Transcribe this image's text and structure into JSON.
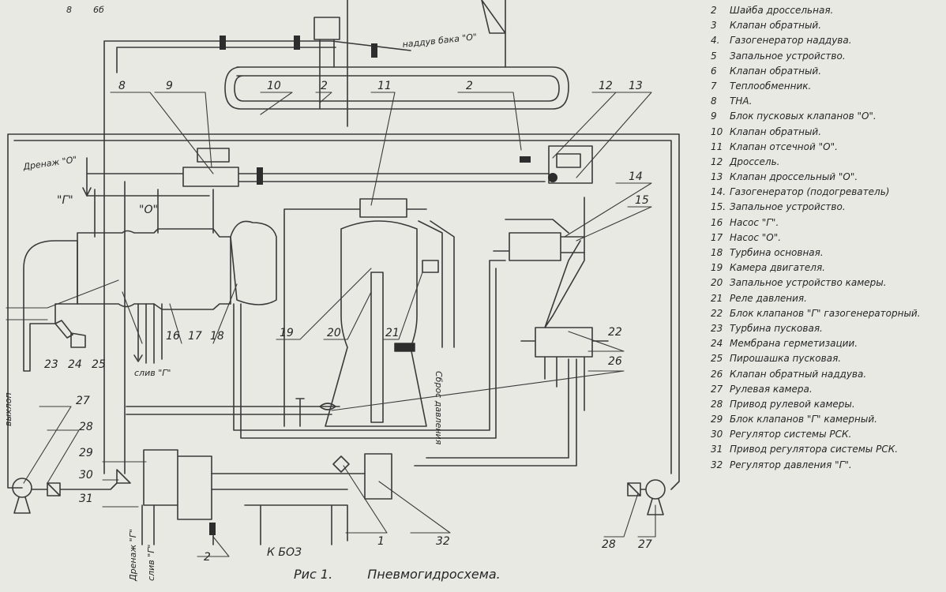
{
  "legend": [
    {
      "num": "2",
      "text": "Шайба дроссельная."
    },
    {
      "num": "3",
      "text": "Клапан обратный."
    },
    {
      "num": "4.",
      "text": "Газогенератор наддува."
    },
    {
      "num": "5",
      "text": "Запальное устройство."
    },
    {
      "num": "6",
      "text": "Клапан обратный."
    },
    {
      "num": "7",
      "text": "Теплообменник."
    },
    {
      "num": "8",
      "text": "ТНА."
    },
    {
      "num": "9",
      "text": "Блок пусковых клапанов \"О\"."
    },
    {
      "num": "10",
      "text": "Клапан обратный."
    },
    {
      "num": "11",
      "text": "Клапан отсечной \"О\"."
    },
    {
      "num": "12",
      "text": "Дроссель."
    },
    {
      "num": "13",
      "text": "Клапан дроссельный \"О\"."
    },
    {
      "num": "14.",
      "text": "Газогенератор (подогреватель)"
    },
    {
      "num": "15.",
      "text": "Запальное устройство."
    },
    {
      "num": "16",
      "text": "Насос \"Г\"."
    },
    {
      "num": "17",
      "text": "Насос \"О\"."
    },
    {
      "num": "18",
      "text": "Турбина основная."
    },
    {
      "num": "19",
      "text": "Камера двигателя."
    },
    {
      "num": "20",
      "text": "Запальное устройство камеры."
    },
    {
      "num": "21",
      "text": "Реле давления."
    },
    {
      "num": "22",
      "text": "Блок клапанов \"Г\" газогенераторный."
    },
    {
      "num": "23",
      "text": "Турбина пусковая."
    },
    {
      "num": "24",
      "text": "Мембрана герметизации."
    },
    {
      "num": "25",
      "text": "Пирошашка пусковая."
    },
    {
      "num": "26",
      "text": "Клапан обратный наддува."
    },
    {
      "num": "27",
      "text": "Рулевая камера."
    },
    {
      "num": "28",
      "text": "Привод рулевой камеры."
    },
    {
      "num": "29",
      "text": "Блок клапанов \"Г\" камерный."
    },
    {
      "num": "30",
      "text": "Регулятор системы РСК."
    },
    {
      "num": "31",
      "text": "Привод регулятора системы РСК."
    },
    {
      "num": "32",
      "text": "Регулятор давления \"Г\"."
    }
  ],
  "caption": {
    "fig": "Рис 1.",
    "title": "Пневмогидросхема."
  },
  "labels": {
    "nadduv_baka_o": "наддув бака \"О\"",
    "drenazh_o": "Дренаж \"О\"",
    "fuel_g": "\"Г\"",
    "ox_o": "\"О\"",
    "sliv_g_bottom": "слив \"Г\"",
    "sbros_davleniya": "Сброс давления",
    "k_boz": "К БОЗ",
    "vykhlop": "выхлоп",
    "drenazh_g": "Дренаж \"Г\"",
    "sliv_g_left": "слив \"Г\"",
    "top_left_1": "8",
    "top_left_2": "6б"
  },
  "callouts": [
    "1",
    "2",
    "2",
    "2",
    "8",
    "9",
    "10",
    "11",
    "12",
    "13",
    "14",
    "15",
    "16",
    "17",
    "18",
    "19",
    "20",
    "21",
    "22",
    "23",
    "24",
    "25",
    "26",
    "27",
    "27",
    "28",
    "28",
    "29",
    "30",
    "31",
    "32"
  ]
}
